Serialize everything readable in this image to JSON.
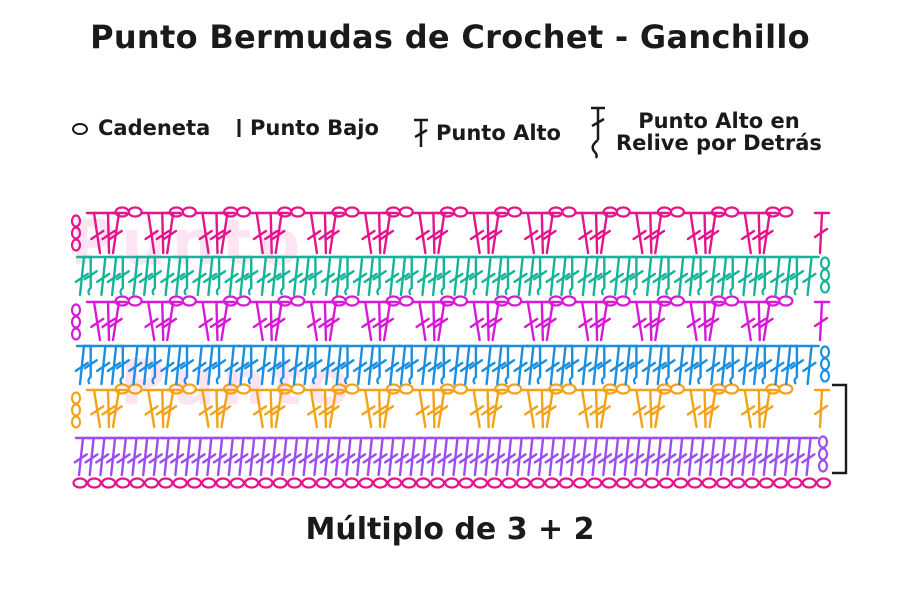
{
  "title": "Punto Bermudas de Crochet - Ganchillo",
  "legend": {
    "chain": "Cadeneta",
    "single": "Punto Bajo",
    "double": "Punto Alto",
    "bpdc_line1": "Punto Alto en",
    "bpdc_line2": "Relive por Detrás"
  },
  "footer": "Múltiplo de 3 + 2",
  "watermark": [
    "Punto",
    "Punto"
  ],
  "colors": {
    "base_chain": "#e4148a",
    "row1": "#9b4df0",
    "row2": "#f3a31a",
    "row3": "#1a8fe0",
    "row4": "#d61ad6",
    "row5": "#14b39a",
    "row6": "#e4148a",
    "ink": "#1a1a1a"
  },
  "icons": [
    "chain-oval-icon",
    "single-crochet-bar-icon",
    "double-crochet-icon",
    "back-post-double-crochet-icon",
    "repeat-bracket-icon"
  ]
}
